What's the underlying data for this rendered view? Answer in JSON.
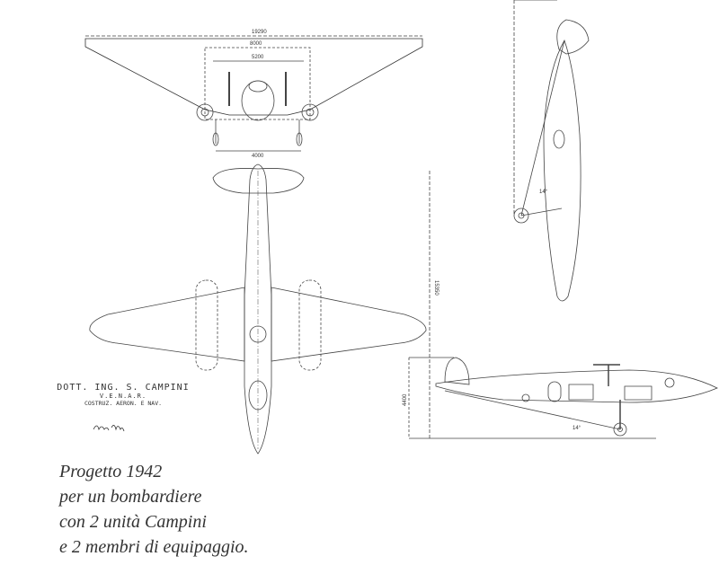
{
  "front_view": {
    "dims": {
      "span": "19290",
      "engines": "8000",
      "inner": "5200",
      "gear": "4000"
    }
  },
  "top_view": {
    "dims": {
      "length": "15350"
    }
  },
  "side_view": {
    "dims": {
      "height": "4400",
      "angle": "14°"
    }
  },
  "stamp": {
    "line1": "DOTT. ING. S. CAMPINI",
    "line2": "V.E.N.A.R.",
    "line3": "COSTRUZ. AERON. E NAV.",
    "signature": "S. Campini"
  },
  "caption": {
    "lines": [
      "Progetto 1942",
      "per un bombardiere",
      "con 2 unità Campini",
      "e 2 membri di equipaggio."
    ]
  }
}
